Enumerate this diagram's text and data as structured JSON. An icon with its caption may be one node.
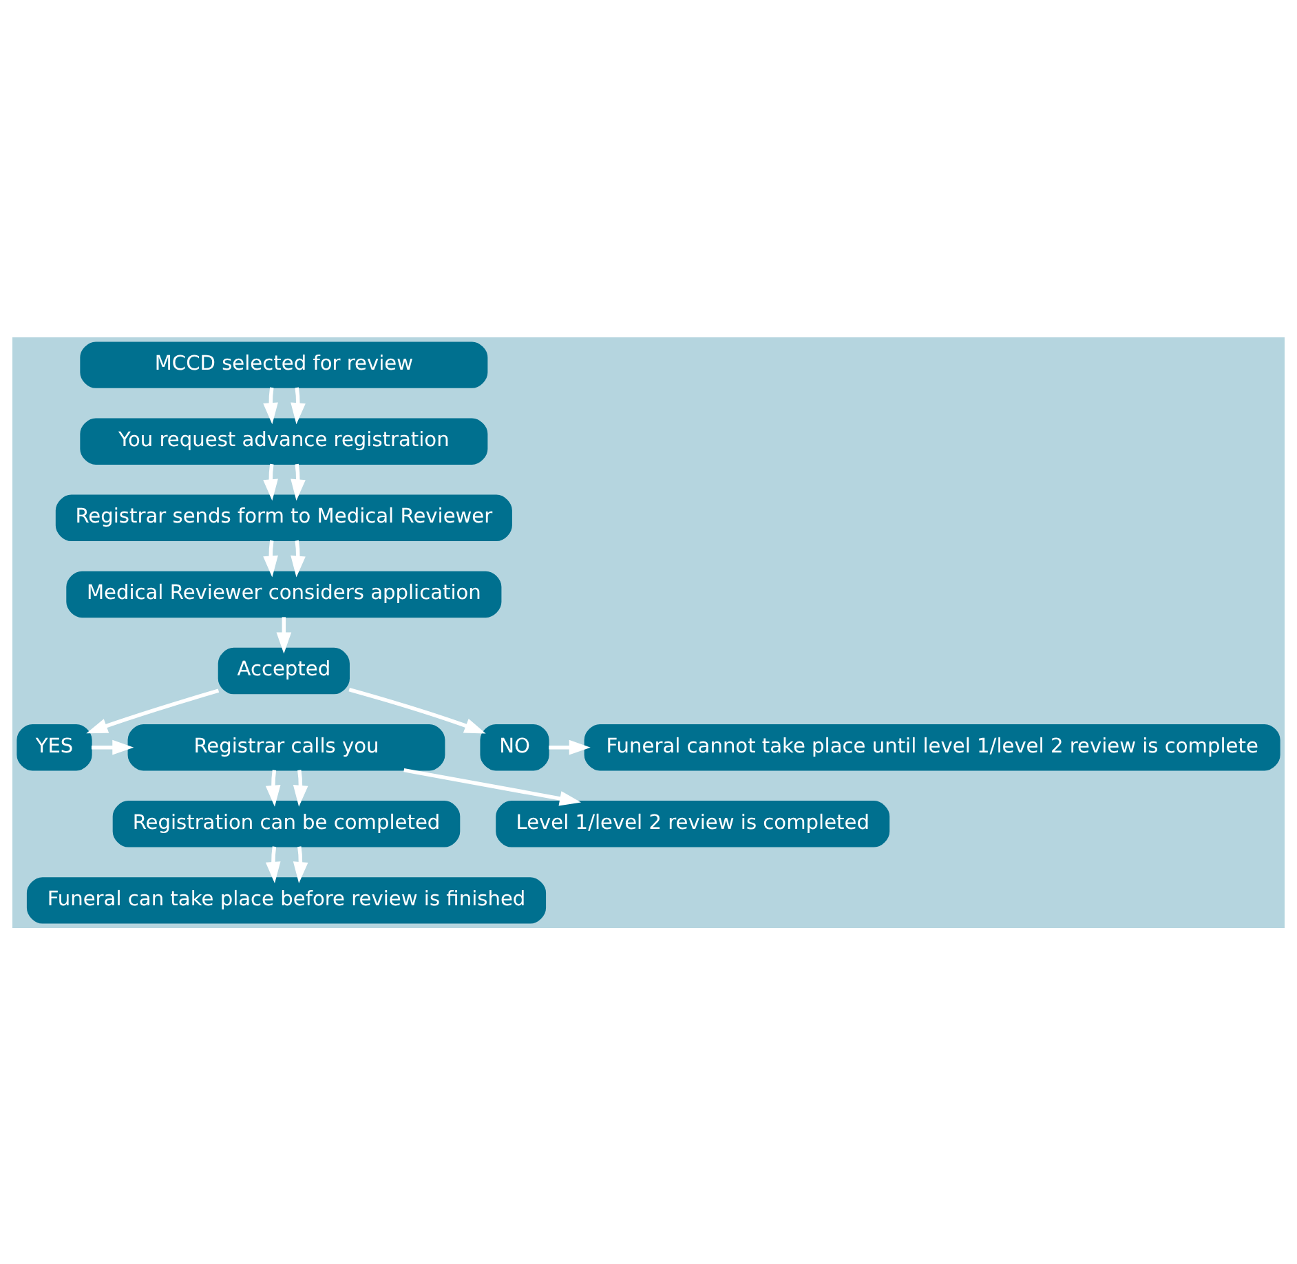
{
  "diagram": {
    "nodes": [
      {
        "text": [
          "MCCD selected for review"
        ]
      },
      {
        "text": [
          "You request advance registration"
        ]
      },
      {
        "text": [
          "Registrar sends form to Medical Reviewer"
        ]
      },
      {
        "text": [
          "Medical Reviewer considers application"
        ]
      },
      {
        "text": [
          "YES"
        ]
      },
      {
        "text": [
          "Registrar calls you"
        ]
      },
      {
        "text": [
          "Registration can be completed"
        ]
      },
      {
        "text": [
          "Funeral can take place before review is finished"
        ]
      },
      {
        "text": [
          "Accepted"
        ]
      },
      {
        "text": [
          "Level 1/level 2 review is completed"
        ]
      },
      {
        "text": [
          "NO"
        ]
      },
      {
        "text": [
          "Funeral cannot take place until level 1/level 2 review is complete"
        ]
      }
    ],
    "edges": [
      {
        "from": 0,
        "to": 1,
        "arrow": "to"
      },
      {
        "from": 0,
        "to": 1,
        "arrow": "to"
      },
      {
        "from": 1,
        "to": 2,
        "arrow": "to"
      },
      {
        "from": 1,
        "to": 2,
        "arrow": "to"
      },
      {
        "from": 2,
        "to": 3,
        "arrow": "to"
      },
      {
        "from": 2,
        "to": 3,
        "arrow": "to"
      },
      {
        "from": 3,
        "to": 8,
        "arrow": "to"
      },
      {
        "from": 8,
        "to": 4,
        "arrow": "to"
      },
      {
        "from": 4,
        "to": 5,
        "arrow": "to"
      },
      {
        "from": 5,
        "to": 6,
        "arrow": "to"
      },
      {
        "from": 5,
        "to": 6,
        "arrow": "to"
      },
      {
        "from": 6,
        "to": 7,
        "arrow": "to"
      },
      {
        "from": 6,
        "to": 7,
        "arrow": "to"
      },
      {
        "from": 5,
        "to": 9,
        "arrow": "to"
      },
      {
        "from": 8,
        "to": 10,
        "arrow": "to"
      },
      {
        "from": 10,
        "to": 11,
        "arrow": "to"
      }
    ]
  }
}
